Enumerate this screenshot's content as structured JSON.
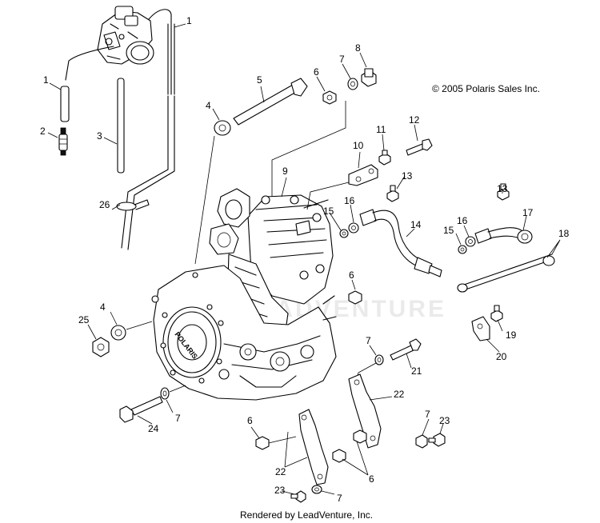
{
  "copyright": "© 2005 Polaris Sales Inc.",
  "footer": "Rendered by LeadVenture, Inc.",
  "watermark": "LEADVENTURE",
  "engine_brand": "POLARIS",
  "callouts": [
    {
      "id": "c1a",
      "label": "1"
    },
    {
      "id": "c1b",
      "label": "1"
    },
    {
      "id": "c2",
      "label": "2"
    },
    {
      "id": "c3",
      "label": "3"
    },
    {
      "id": "c4a",
      "label": "4"
    },
    {
      "id": "c4b",
      "label": "4"
    },
    {
      "id": "c5",
      "label": "5"
    },
    {
      "id": "c6a",
      "label": "6"
    },
    {
      "id": "c6b",
      "label": "6"
    },
    {
      "id": "c6c",
      "label": "6"
    },
    {
      "id": "c6d",
      "label": "6"
    },
    {
      "id": "c7a",
      "label": "7"
    },
    {
      "id": "c7b",
      "label": "7"
    },
    {
      "id": "c7c",
      "label": "7"
    },
    {
      "id": "c7d",
      "label": "7"
    },
    {
      "id": "c7e",
      "label": "7"
    },
    {
      "id": "c8",
      "label": "8"
    },
    {
      "id": "c9",
      "label": "9"
    },
    {
      "id": "c10",
      "label": "10"
    },
    {
      "id": "c11",
      "label": "11"
    },
    {
      "id": "c12",
      "label": "12"
    },
    {
      "id": "c13a",
      "label": "13"
    },
    {
      "id": "c13b",
      "label": "13"
    },
    {
      "id": "c14",
      "label": "14"
    },
    {
      "id": "c15a",
      "label": "15"
    },
    {
      "id": "c15b",
      "label": "15"
    },
    {
      "id": "c16a",
      "label": "16"
    },
    {
      "id": "c16b",
      "label": "16"
    },
    {
      "id": "c17",
      "label": "17"
    },
    {
      "id": "c18",
      "label": "18"
    },
    {
      "id": "c19",
      "label": "19"
    },
    {
      "id": "c20",
      "label": "20"
    },
    {
      "id": "c21",
      "label": "21"
    },
    {
      "id": "c22a",
      "label": "22"
    },
    {
      "id": "c22b",
      "label": "22"
    },
    {
      "id": "c23a",
      "label": "23"
    },
    {
      "id": "c23b",
      "label": "23"
    },
    {
      "id": "c24",
      "label": "24"
    },
    {
      "id": "c25",
      "label": "25"
    },
    {
      "id": "c26",
      "label": "26"
    }
  ]
}
